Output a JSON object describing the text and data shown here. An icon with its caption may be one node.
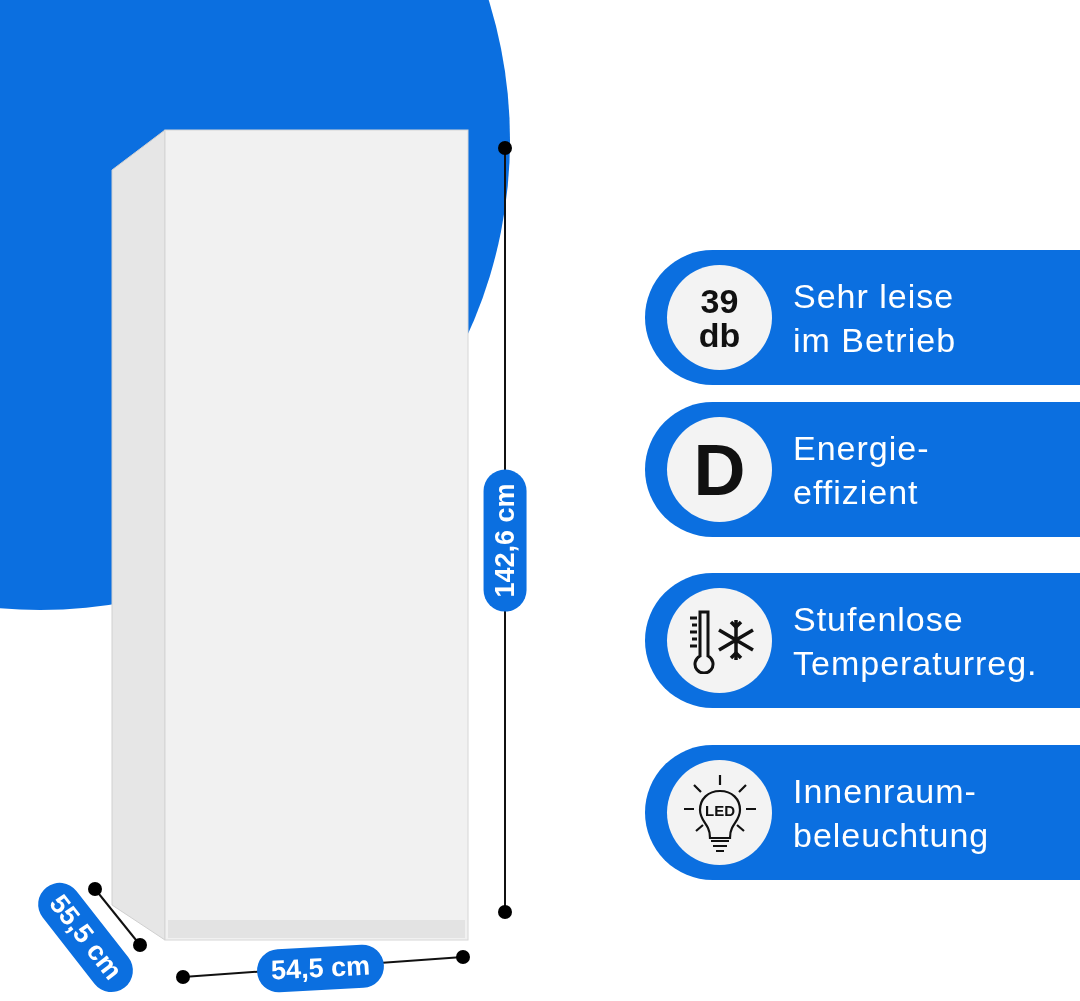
{
  "diagram": {
    "nodes": [
      {
        "text": [
          "Sehr leise im Betrieb"
        ]
      },
      {
        "text": [
          "39 db"
        ],
        "in": 0
      },
      {
        "text": [
          "Energie- effizient"
        ]
      },
      {
        "text": [
          "D"
        ],
        "in": 2
      },
      {
        "text": [
          "Stufenlose Temperaturreg."
        ]
      },
      {
        "text": [],
        "shape": "circle",
        "in": 4
      },
      {
        "text": [
          "Innenraum- beleuchtung"
        ]
      },
      {
        "text": [],
        "shape": "circle",
        "in": 6
      }
    ],
    "labels": [
      "142,6 cm",
      "LED",
      "55,5 cm",
      "54,5 cm"
    ]
  }
}
